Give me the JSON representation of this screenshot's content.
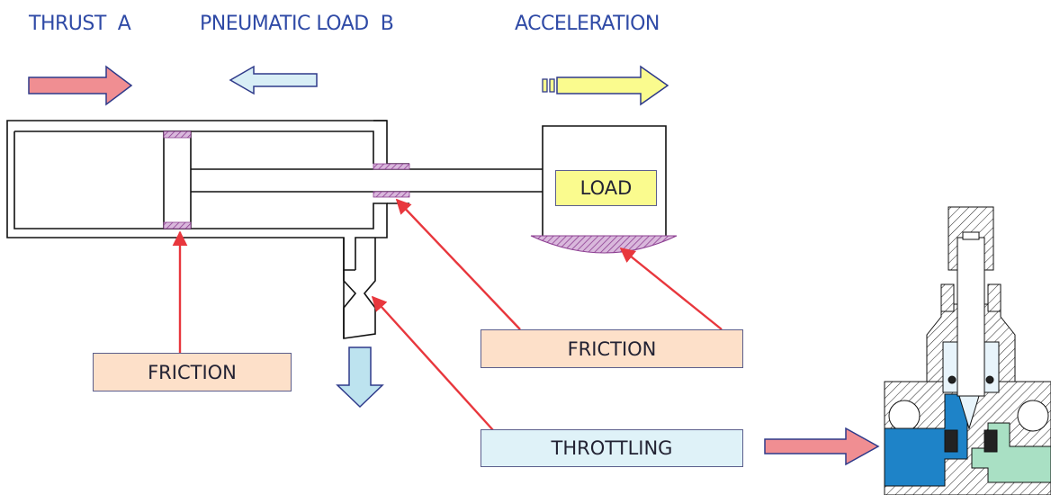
{
  "headers": {
    "thrust": "THRUST  A",
    "pneumatic_load": "PNEUMATIC LOAD  B",
    "acceleration": "ACCELERATION"
  },
  "labels": {
    "load": "LOAD",
    "friction_left": "FRICTION",
    "friction_right": "FRICTION",
    "throttling": "THROTTLING"
  },
  "colors": {
    "header_text": "#2f4aa6",
    "thrust_arrow": "#f08e92",
    "pneumatic_arrow": "#d8eef6",
    "acceleration_arrow": "#fafb8e",
    "exhaust_arrow": "#bde3ef",
    "pointer_arrow": "#e8373d",
    "friction_hatch": "#b06bb5",
    "load_box": "#fafb8e",
    "friction_box": "#fde0c9",
    "throttling_box": "#dff2f8",
    "valve_blue": "#1e83c8",
    "valve_green": "#a9e0c4"
  }
}
